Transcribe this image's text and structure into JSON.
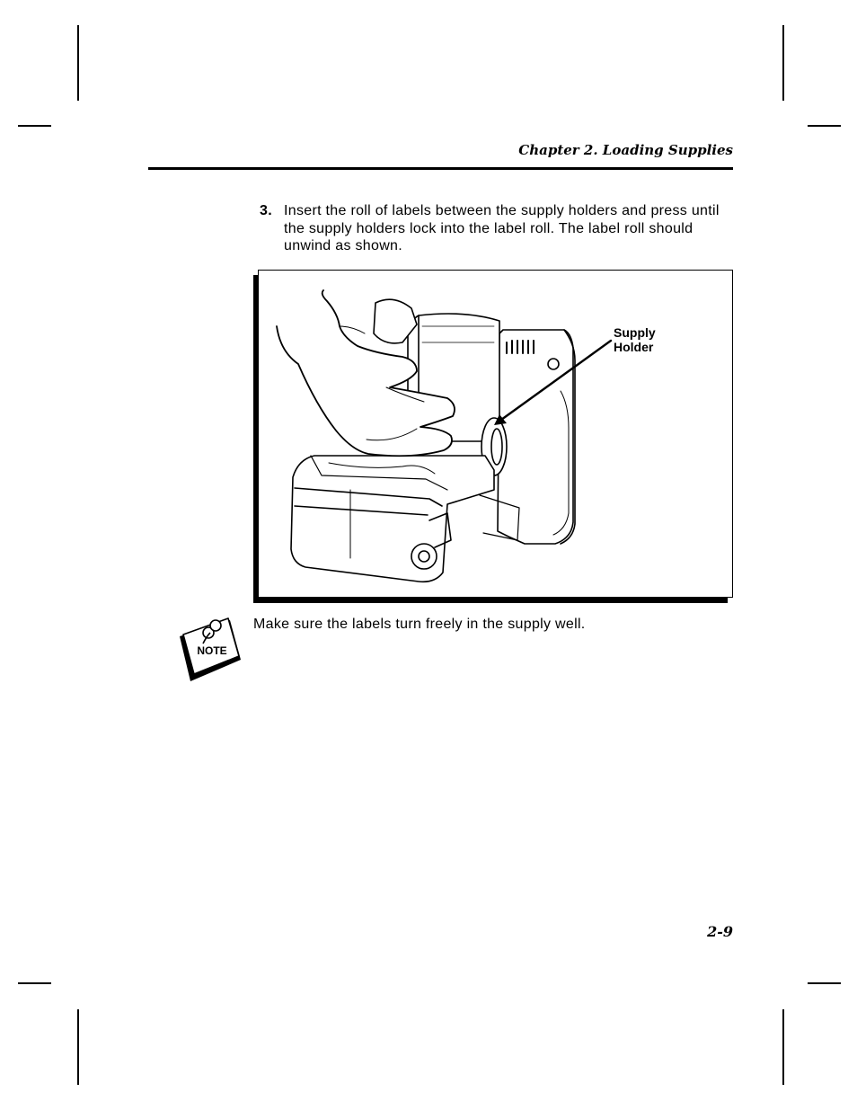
{
  "header": {
    "chapter_title": "Chapter 2.  Loading Supplies"
  },
  "step": {
    "number": "3.",
    "text": "Insert the roll of labels between the supply holders and press until the supply holders lock into the label roll.  The label roll should unwind as shown."
  },
  "figure": {
    "callout_line1": "Supply",
    "callout_line2": "Holder"
  },
  "note": {
    "icon_label": "NOTE",
    "text": "Make sure the labels turn freely in the supply well."
  },
  "footer": {
    "page_number": "2-9"
  }
}
